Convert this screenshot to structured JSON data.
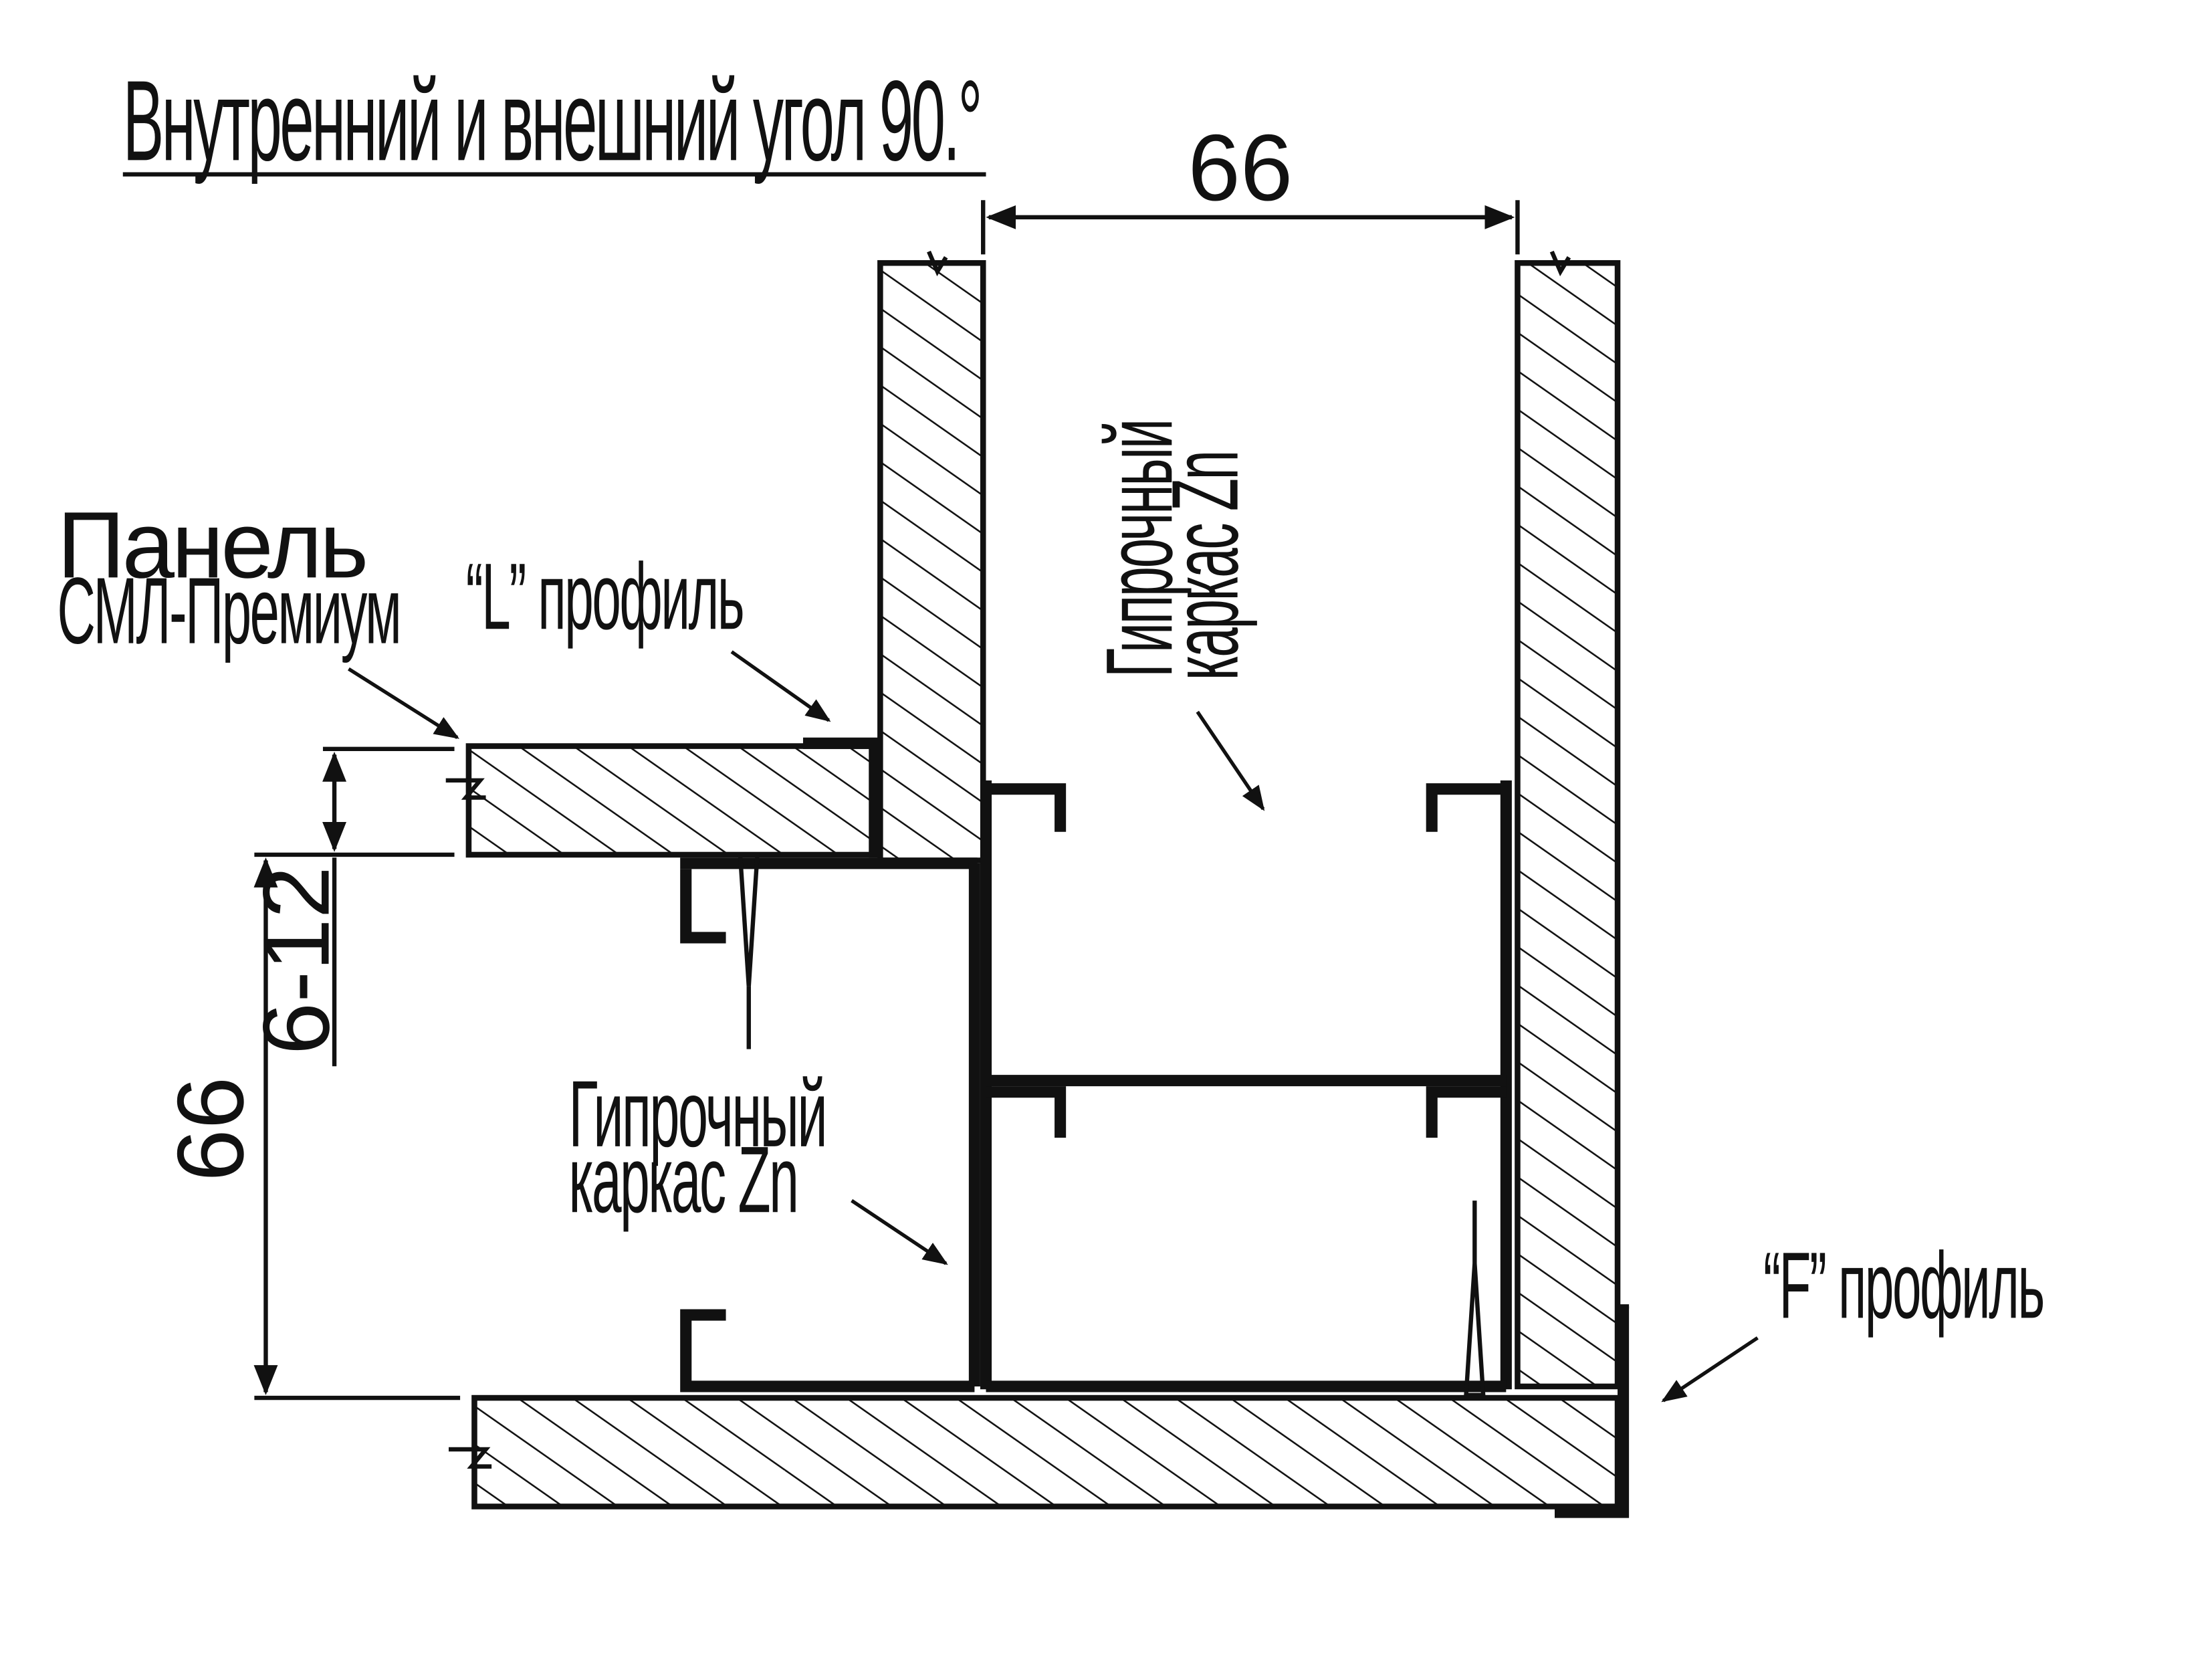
{
  "title": "Внутренний и внешний угол 90.°",
  "labels": {
    "panel_line1": "Панель",
    "panel_line2": "СМЛ-Премиум",
    "l_profile": "“L” профиль",
    "frame_vertical_line1": "Гипрочный",
    "frame_vertical_line2": "каркас Zn",
    "frame_lower_line1": "Гипрочный",
    "frame_lower_line2": "каркас Zn",
    "f_profile": "“F” профиль"
  },
  "dimensions": {
    "top_width": "66",
    "left_height": "66",
    "gap": "6-12"
  },
  "colors": {
    "line": "#111111",
    "background": "#ffffff"
  }
}
